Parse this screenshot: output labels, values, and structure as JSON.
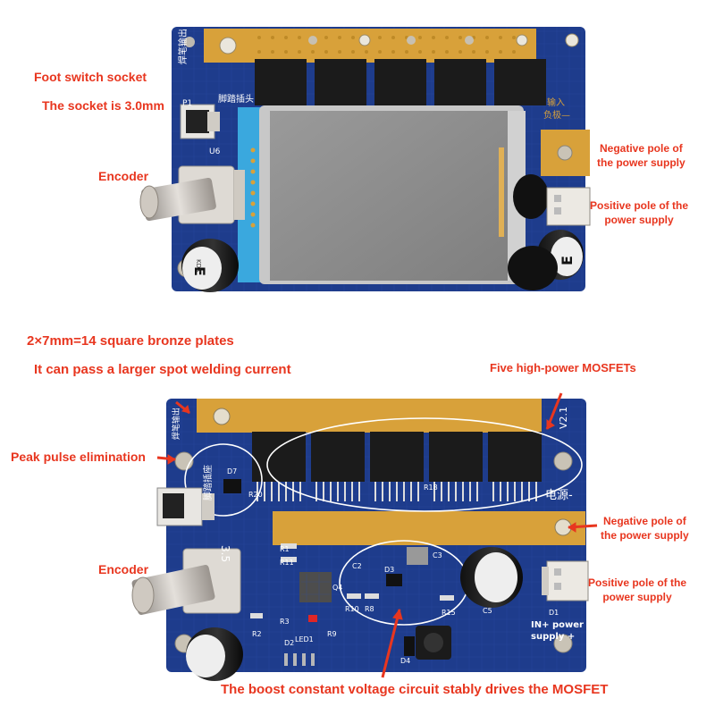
{
  "top_panel": {
    "labels": {
      "foot_switch_socket": "Foot switch socket",
      "socket_size": "The socket is 3.0mm",
      "encoder": "Encoder",
      "negative_pole": [
        "Negative pole of",
        "the power supply"
      ],
      "positive_pole": [
        "Positive pole of the",
        "power supply"
      ]
    },
    "silkscreen": {
      "weld_output": "焊笔输出",
      "foot_header": "脚踏插头",
      "input_label": "输入",
      "negative_label": "负极—",
      "p1": "P1",
      "u6": "U6",
      "cap_mark": "E",
      "cap_brand": "KDX"
    }
  },
  "bottom_panel": {
    "headline": "2×7mm=14 square bronze plates",
    "subline": "It can pass a larger spot welding current",
    "labels": {
      "mosfets": "Five high-power MOSFETs",
      "peak_pulse": "Peak pulse elimination",
      "encoder": "Encoder",
      "negative_pole": [
        "Negative pole of",
        "the power supply"
      ],
      "positive_pole": [
        "Positive pole of the",
        "power supply"
      ],
      "boost_circuit": "The boost constant voltage circuit stably drives the MOSFET"
    },
    "silkscreen": {
      "version": "V2.1",
      "power_label": "电源-",
      "foot_header": "脚踏插座",
      "weld_output": "焊笔输出",
      "in_plus": "IN+ power",
      "supply_plus": "supply +",
      "r1": "R1",
      "r11": "R11",
      "r3": "R3",
      "r2": "R2",
      "d2": "D2",
      "led1": "LED1",
      "r9": "R9",
      "d7": "D7",
      "r20": "R20",
      "c2": "C2",
      "d3": "D3",
      "c3": "C3",
      "r15": "R15",
      "d1": "D1",
      "d4": "D4",
      "c5": "C5",
      "q4": "Q4",
      "r10": "R10",
      "r18": "R18",
      "r8": "R8",
      "ref_35": "3.5"
    }
  },
  "colors": {
    "pcb_blue": "#1e3c8c",
    "pcb_trace": "#2e56b8",
    "copper": "#d8a13a",
    "annotation_red": "#e8361f",
    "screen": "#8c8c8c",
    "mosfet": "#1b1b1b"
  }
}
